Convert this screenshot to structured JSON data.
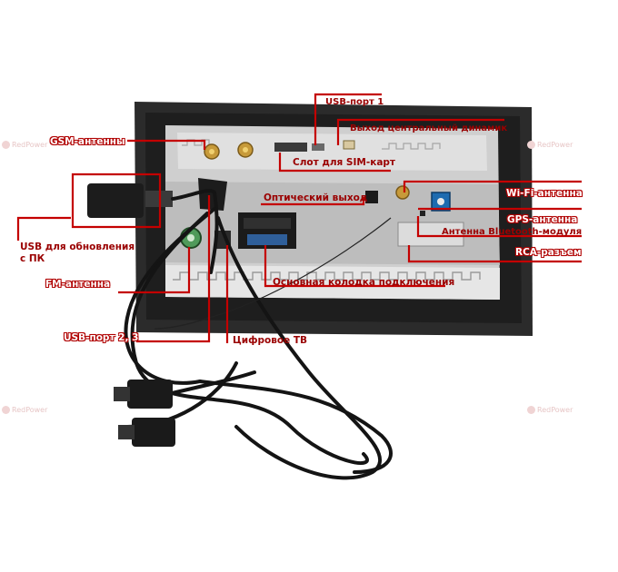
{
  "callouts": {
    "usb_port_1": "USB-порт 1",
    "center_speaker": "Выход центральный динамик",
    "gsm_antenna": "GSM-антенны",
    "sim_slot": "Слот для SIM-карт",
    "optical_out": "Оптический выход",
    "wifi_antenna": "Wi-Fi-антенна",
    "gps_antenna": "GPS-антенна",
    "bluetooth_antenna": "Антенна Bluetooth-модуля",
    "rca": "RCA-разъем",
    "usb_update_1": "USB для обновления",
    "usb_update_2": "с ПК",
    "fm_antenna": "FM-антенна",
    "main_connector": "Основная колодка подключения",
    "usb_port_23": "USB-порт 2, 3",
    "digital_tv": "Цифровое ТВ"
  },
  "watermark": {
    "brand": "RedPower"
  },
  "colors": {
    "callout_line": "#c40000",
    "panel_frame": "#2a2a2a",
    "panel_body": "#d4d4d4",
    "cable": "#141414",
    "watermark": "#e7c6c6"
  }
}
